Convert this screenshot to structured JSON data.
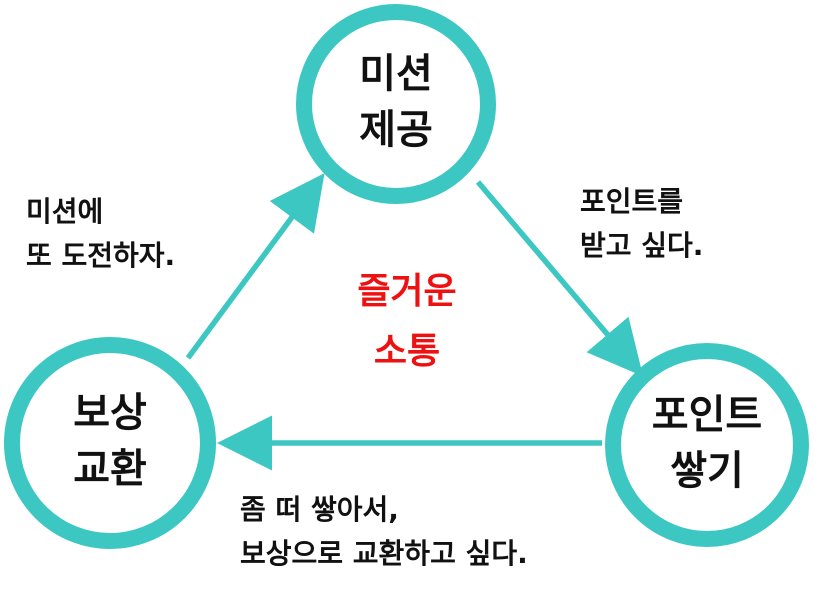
{
  "colors": {
    "accent": "#3cc7c3",
    "center_text": "#ee1111",
    "text": "#111111"
  },
  "nodes": {
    "mission": {
      "line1": "미션",
      "line2": "제공"
    },
    "points": {
      "line1": "포인트",
      "line2": "쌓기"
    },
    "reward": {
      "line1": "보상",
      "line2": "교환"
    }
  },
  "edges": {
    "mission_to_points": {
      "line1": "포인트를",
      "line2": "받고 싶다."
    },
    "points_to_reward": {
      "line1": "좀 떠 쌓아서,",
      "line2": "보상으로 교환하고 싶다."
    },
    "reward_to_mission": {
      "line1": "미션에",
      "line2": "또 도전하자."
    }
  },
  "center": {
    "line1": "즐거운",
    "line2": "소통"
  }
}
